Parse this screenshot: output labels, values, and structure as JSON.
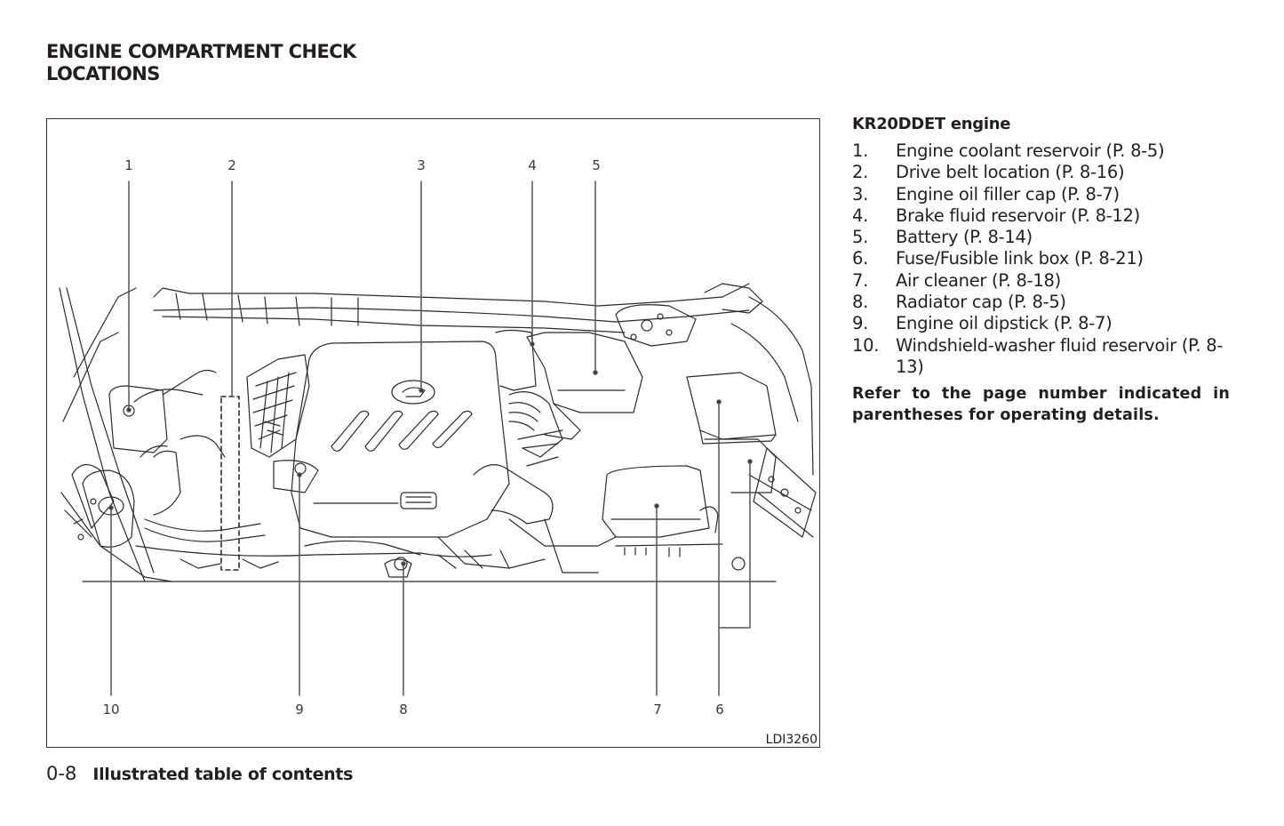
{
  "page": {
    "title_lines": [
      "ENGINE COMPARTMENT CHECK",
      "LOCATIONS"
    ],
    "footer": {
      "page_number": "0-8",
      "section_title": "Illustrated table of contents"
    }
  },
  "figure": {
    "id": "LDI3260",
    "callouts": [
      {
        "num": "1",
        "position": "top"
      },
      {
        "num": "2",
        "position": "top"
      },
      {
        "num": "3",
        "position": "top"
      },
      {
        "num": "4",
        "position": "top"
      },
      {
        "num": "5",
        "position": "top"
      },
      {
        "num": "10",
        "position": "bottom"
      },
      {
        "num": "9",
        "position": "bottom"
      },
      {
        "num": "8",
        "position": "bottom"
      },
      {
        "num": "7",
        "position": "bottom"
      },
      {
        "num": "6",
        "position": "bottom"
      }
    ]
  },
  "legend": {
    "engine_heading": "KR20DDET engine",
    "items": [
      {
        "num": "1.",
        "text": "Engine coolant reservoir (P. 8-5)"
      },
      {
        "num": "2.",
        "text": "Drive belt location (P. 8-16)"
      },
      {
        "num": "3.",
        "text": "Engine oil filler cap (P. 8-7)"
      },
      {
        "num": "4.",
        "text": "Brake fluid reservoir (P. 8-12)"
      },
      {
        "num": "5.",
        "text": "Battery (P. 8-14)"
      },
      {
        "num": "6.",
        "text": "Fuse/Fusible link box (P. 8-21)"
      },
      {
        "num": "7.",
        "text": "Air cleaner (P. 8-18)"
      },
      {
        "num": "8.",
        "text": "Radiator cap (P. 8-5)"
      },
      {
        "num": "9.",
        "text": "Engine oil dipstick (P. 8-7)"
      },
      {
        "num": "10.",
        "text": "Windshield-washer fluid reservoir (P. 8-13)"
      }
    ],
    "note": "Refer to the page number indicated in parentheses for operating details."
  }
}
